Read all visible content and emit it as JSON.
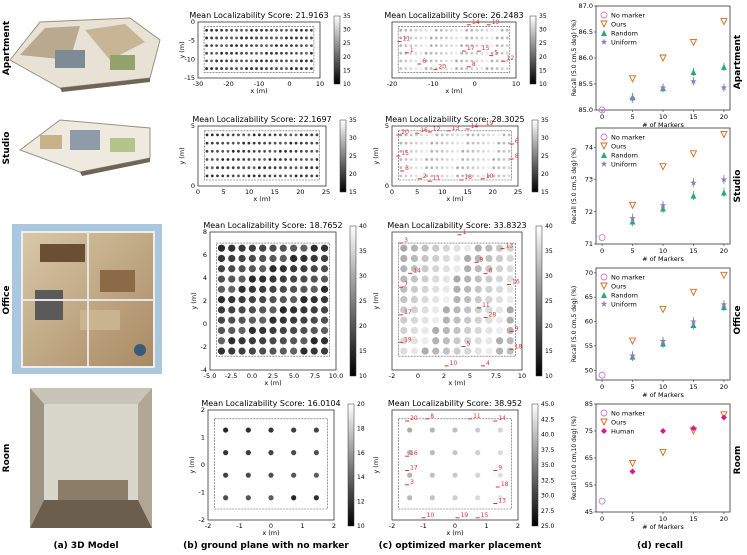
{
  "rows": [
    {
      "name": "Apartment"
    },
    {
      "name": "Studio"
    },
    {
      "name": "Office"
    },
    {
      "name": "Room"
    }
  ],
  "captions": {
    "a": "(a) 3D Model",
    "b": "(b) ground plane with no marker",
    "c": "(c) optimized marker placement",
    "d": "(d) recall"
  },
  "maps": [
    {
      "title": "Mean Localizability Score: 21.9163",
      "xlabel": "x (m)",
      "ylabel": "y (m)",
      "xticks": [
        "-30",
        "-20",
        "-10",
        "0",
        "10"
      ],
      "yticks": [
        "0",
        "-5",
        "-10",
        "-15"
      ],
      "cbar": [
        "35",
        "30",
        "25",
        "20",
        "15",
        "10"
      ]
    },
    {
      "title": "Mean Localizability Score: 26.2483",
      "xlabel": "x (m)",
      "ylabel": "",
      "xticks": [
        "-20",
        "-10",
        "0",
        "10"
      ],
      "yticks": [],
      "cbar": [
        "35",
        "30",
        "25",
        "20",
        "15",
        "10"
      ]
    },
    {
      "title": "Mean Localizability Score: 22.1697",
      "xlabel": "x (m)",
      "ylabel": "y (m)",
      "xticks": [
        "0",
        "5",
        "10",
        "15",
        "20",
        "25"
      ],
      "yticks": [
        "5",
        "0"
      ],
      "cbar": [
        "35",
        "30",
        "25",
        "20",
        "15"
      ]
    },
    {
      "title": "Mean Localizability Score: 28.3025",
      "xlabel": "x (m)",
      "ylabel": "y (m)",
      "xticks": [
        "0",
        "5",
        "10",
        "15",
        "20",
        "25"
      ],
      "yticks": [
        "5",
        "0"
      ],
      "cbar": [
        "35",
        "30",
        "25",
        "20",
        "15"
      ]
    },
    {
      "title": "Mean Localizability Score: 18.7652",
      "xlabel": "x (m)",
      "ylabel": "y (m)",
      "xticks": [
        "-5.0",
        "-2.5",
        "0.0",
        "2.5",
        "5.0",
        "7.5",
        "10.0"
      ],
      "yticks": [
        "8",
        "6",
        "4",
        "2",
        "0",
        "-2",
        "-4"
      ],
      "cbar": [
        "40",
        "35",
        "30",
        "25",
        "20",
        "15",
        "10"
      ]
    },
    {
      "title": "Mean Localizability Score: 33.8323",
      "xlabel": "x (m)",
      "ylabel": "y (m)",
      "xticks": [
        "-2",
        "0",
        "2",
        "5",
        "7.5",
        "10"
      ],
      "yticks": [],
      "cbar": [
        "40",
        "35",
        "30",
        "25",
        "20",
        "15",
        "10"
      ]
    },
    {
      "title": "Mean Localizability Score: 16.0104",
      "xlabel": "x (m)",
      "ylabel": "y (m)",
      "xticks": [
        "-2",
        "-1",
        "0",
        "1",
        "2"
      ],
      "yticks": [
        "2",
        "1",
        "0",
        "-1",
        "-2"
      ],
      "cbar": [
        "20",
        "18",
        "16",
        "14",
        "12",
        "10"
      ]
    },
    {
      "title": "Mean Localizability Score: 38.952",
      "xlabel": "x (m)",
      "ylabel": "y (m)",
      "xticks": [
        "-2",
        "-1",
        "0",
        "1",
        "2"
      ],
      "yticks": [],
      "cbar": [
        "45.0",
        "42.5",
        "40.0",
        "37.5",
        "35.0",
        "32.5",
        "30.0",
        "27.5",
        "25.0"
      ]
    }
  ],
  "chart_data": [
    {
      "type": "scatter",
      "title": "",
      "xlabel": "# of Markers",
      "ylabel": "Recall (5.0 cm,5 deg) (%)",
      "xlim": [
        -1,
        21
      ],
      "ylim": [
        85,
        87
      ],
      "xticks": [
        0,
        5,
        10,
        15,
        20
      ],
      "yticks": [
        85.0,
        85.5,
        86.0,
        86.5,
        87.0
      ],
      "series": [
        {
          "name": "No marker",
          "x": [
            0
          ],
          "y": [
            85.0
          ]
        },
        {
          "name": "Ours",
          "x": [
            5,
            10,
            15,
            20
          ],
          "y": [
            85.6,
            86.0,
            86.3,
            86.7
          ]
        },
        {
          "name": "Random",
          "x": [
            5,
            10,
            15,
            20
          ],
          "y": [
            85.25,
            85.42,
            85.73,
            85.83
          ]
        },
        {
          "name": "Uniform",
          "x": [
            5,
            10,
            15,
            20
          ],
          "y": [
            85.22,
            85.43,
            85.55,
            85.43
          ]
        }
      ]
    },
    {
      "type": "scatter",
      "title": "",
      "xlabel": "# of Markers",
      "ylabel": "Recall (5.0 cm,5 deg) (%)",
      "xlim": [
        -1,
        21
      ],
      "ylim": [
        71,
        74.6
      ],
      "xticks": [
        0,
        5,
        10,
        15,
        20
      ],
      "yticks": [
        71,
        72,
        73,
        74
      ],
      "series": [
        {
          "name": "No marker",
          "x": [
            0
          ],
          "y": [
            71.2
          ]
        },
        {
          "name": "Ours",
          "x": [
            5,
            10,
            15,
            20
          ],
          "y": [
            72.2,
            73.4,
            73.8,
            74.4
          ]
        },
        {
          "name": "Random",
          "x": [
            5,
            10,
            15,
            20
          ],
          "y": [
            71.7,
            72.1,
            72.5,
            72.6
          ]
        },
        {
          "name": "Uniform",
          "x": [
            5,
            10,
            15,
            20
          ],
          "y": [
            71.8,
            72.2,
            72.9,
            73.0
          ]
        }
      ]
    },
    {
      "type": "scatter",
      "title": "",
      "xlabel": "# of Markers",
      "ylabel": "Recall (5.0 cm,5 deg) (%)",
      "xlim": [
        -1,
        21
      ],
      "ylim": [
        48,
        71
      ],
      "xticks": [
        0,
        5,
        10,
        15,
        20
      ],
      "yticks": [
        50,
        55,
        60,
        65,
        70
      ],
      "series": [
        {
          "name": "No marker",
          "x": [
            0
          ],
          "y": [
            49.0
          ]
        },
        {
          "name": "Ours",
          "x": [
            5,
            10,
            15,
            20
          ],
          "y": [
            56.0,
            62.5,
            66.0,
            69.5
          ]
        },
        {
          "name": "Random",
          "x": [
            5,
            10,
            15,
            20
          ],
          "y": [
            52.8,
            55.5,
            59.3,
            63.0
          ]
        },
        {
          "name": "Uniform",
          "x": [
            5,
            10,
            15,
            20
          ],
          "y": [
            53.0,
            56.0,
            60.0,
            63.5
          ]
        }
      ]
    },
    {
      "type": "scatter",
      "title": "",
      "xlabel": "# of Markers",
      "ylabel": "Recall (10.0 cm,10 deg) (%)",
      "xlim": [
        -1,
        21
      ],
      "ylim": [
        45,
        85
      ],
      "xticks": [
        0,
        5,
        10,
        15,
        20
      ],
      "yticks": [
        45,
        55,
        65,
        75,
        85
      ],
      "series": [
        {
          "name": "No marker",
          "x": [
            0
          ],
          "y": [
            49
          ]
        },
        {
          "name": "Ours",
          "x": [
            5,
            10,
            15,
            20
          ],
          "y": [
            63,
            67,
            75,
            81
          ]
        },
        {
          "name": "Human",
          "x": [
            5,
            10,
            15,
            20
          ],
          "y": [
            60,
            75,
            76,
            80
          ]
        }
      ]
    }
  ],
  "colors": {
    "no_marker": "#c77cd6",
    "ours": "#d2691e",
    "random": "#2ca872",
    "uniform": "#8a7fb8",
    "human": "#e0158c",
    "marker_red": "#e03030"
  }
}
